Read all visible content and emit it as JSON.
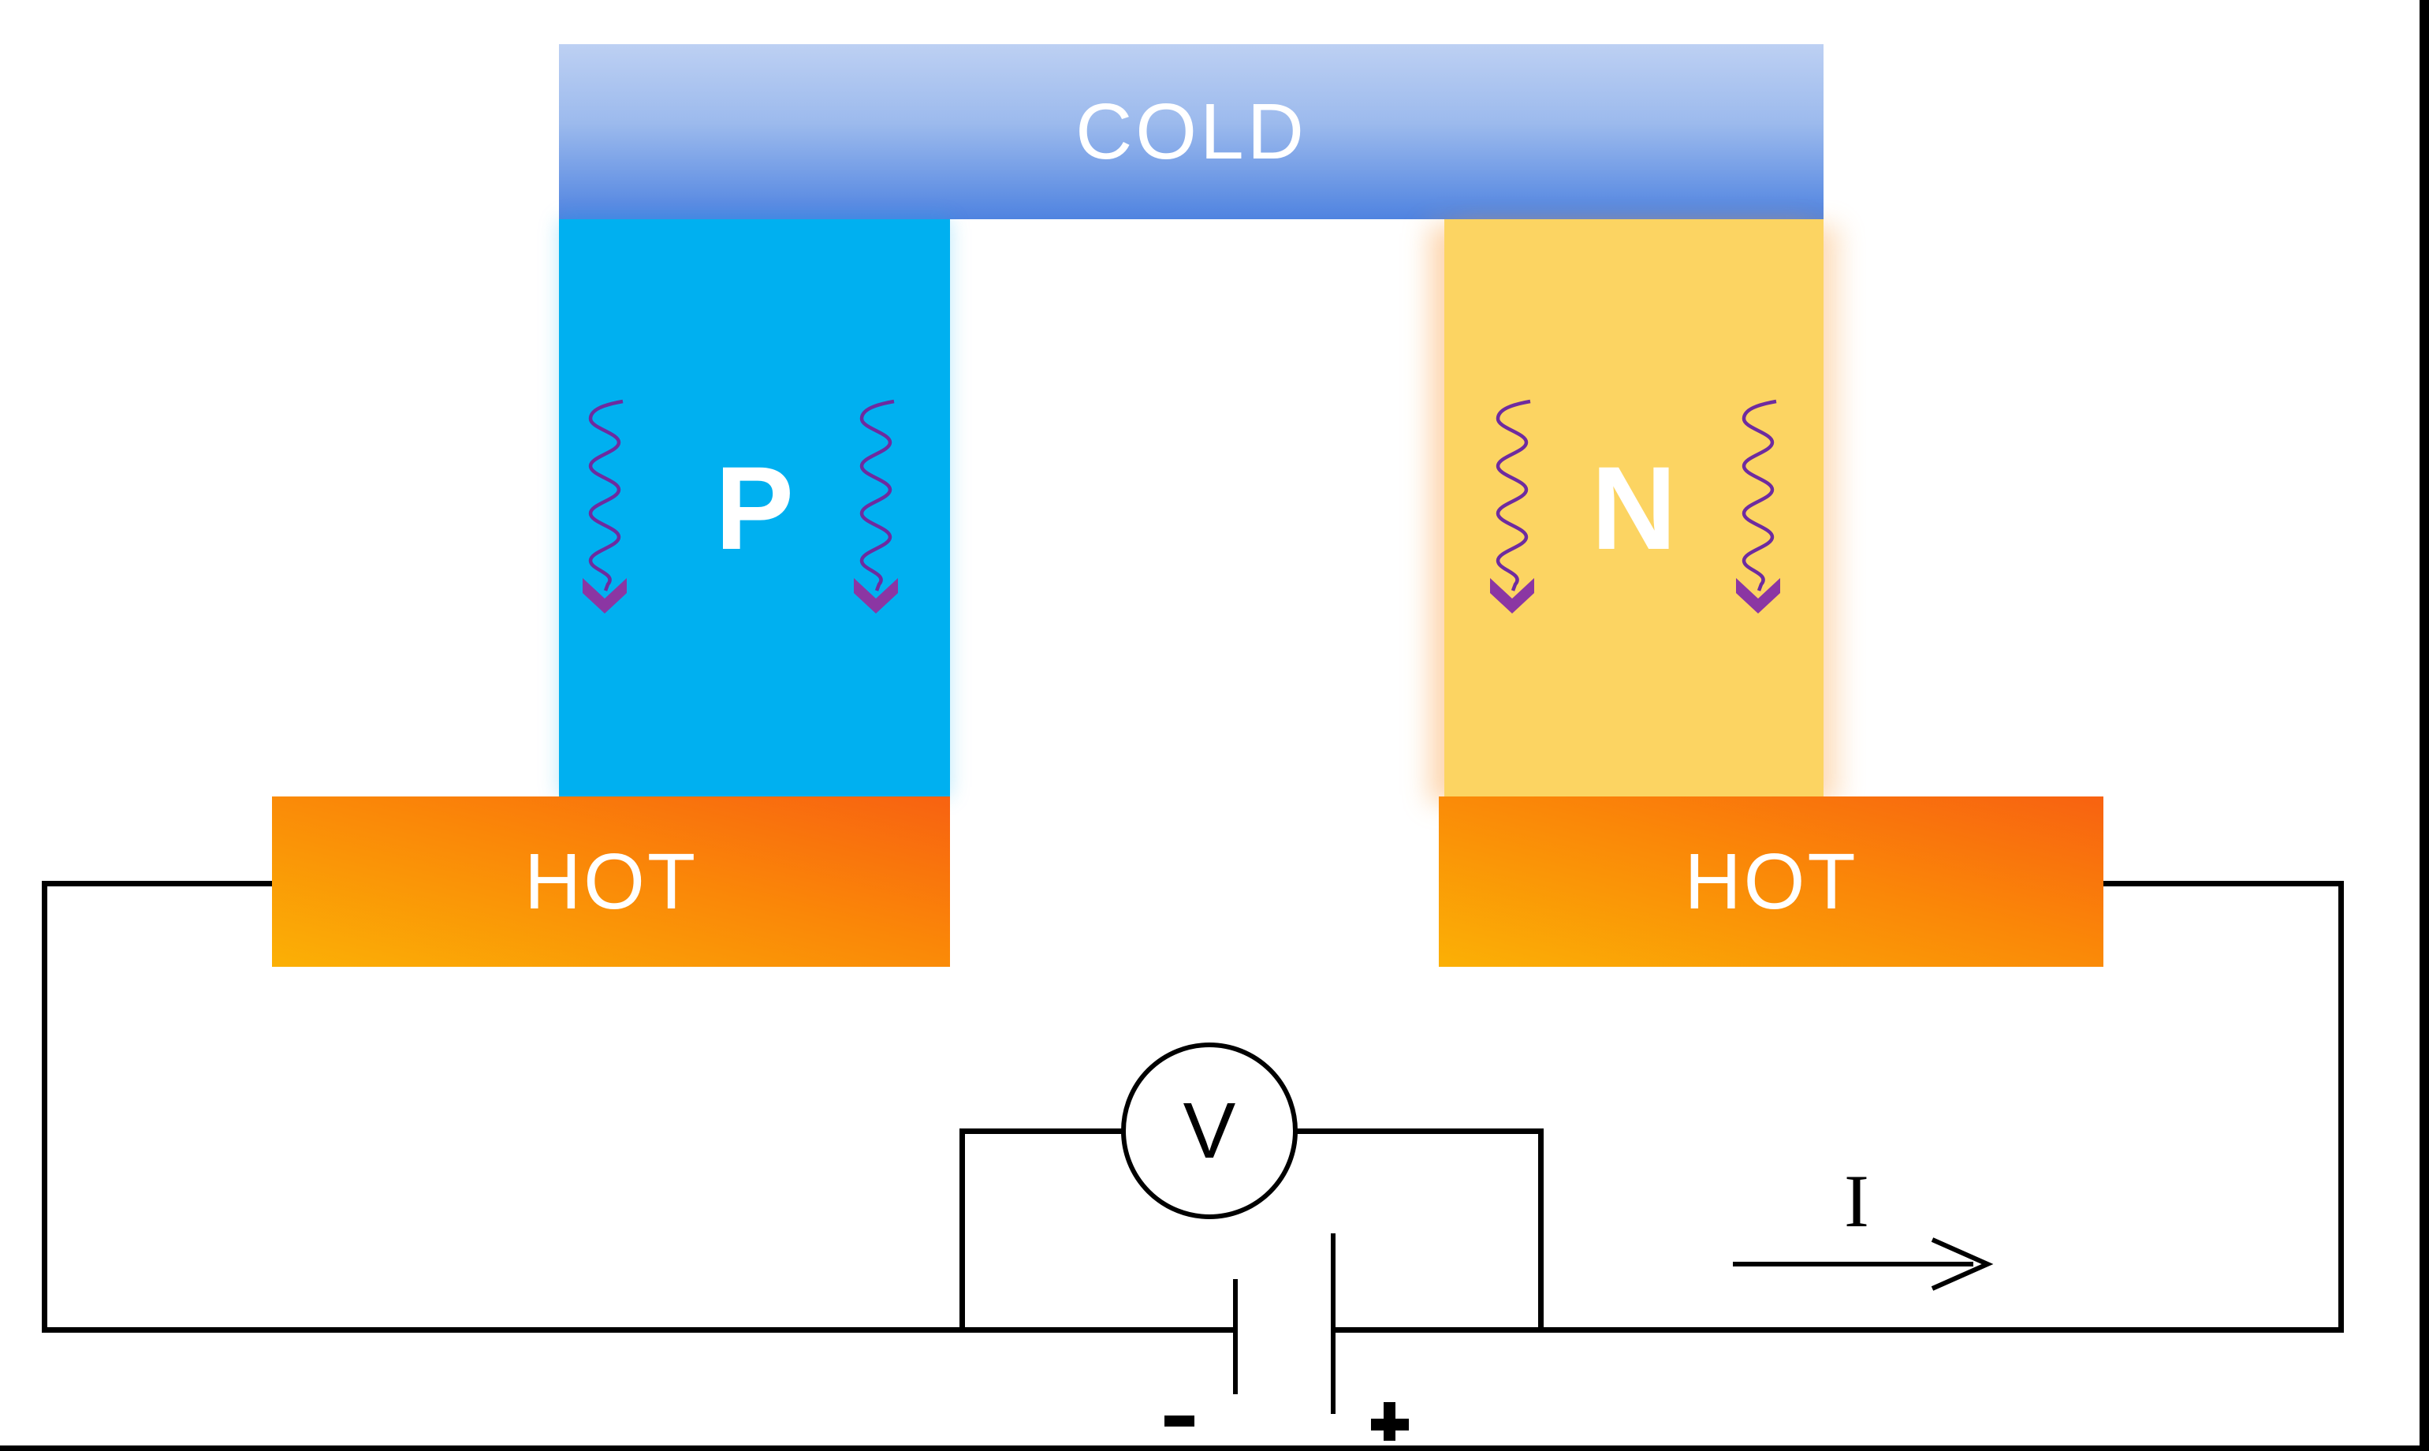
{
  "diagram": {
    "title": "thermoelectric-generator-seebeck-diagram",
    "cold_plate": {
      "label": "COLD"
    },
    "p_leg": {
      "label": "P"
    },
    "n_leg": {
      "label": "N"
    },
    "hot_plate_left": {
      "label": "HOT"
    },
    "hot_plate_right": {
      "label": "HOT"
    },
    "voltmeter": {
      "label": "V"
    },
    "current": {
      "label": "I"
    },
    "battery": {
      "negative_label": "-",
      "positive_label": "+"
    },
    "colors": {
      "cold_gradient_top": "#bdd0f3",
      "cold_gradient_bottom": "#4f83e0",
      "hot_gradient_yellow": "#fbb005",
      "hot_gradient_orange": "#f86211",
      "p_leg_fill": "#00b0f0",
      "n_leg_fill": "#fcd462",
      "heat_arrow_purple": "#7030a0",
      "wire": "#000000",
      "label_text": "#ffffff"
    }
  }
}
